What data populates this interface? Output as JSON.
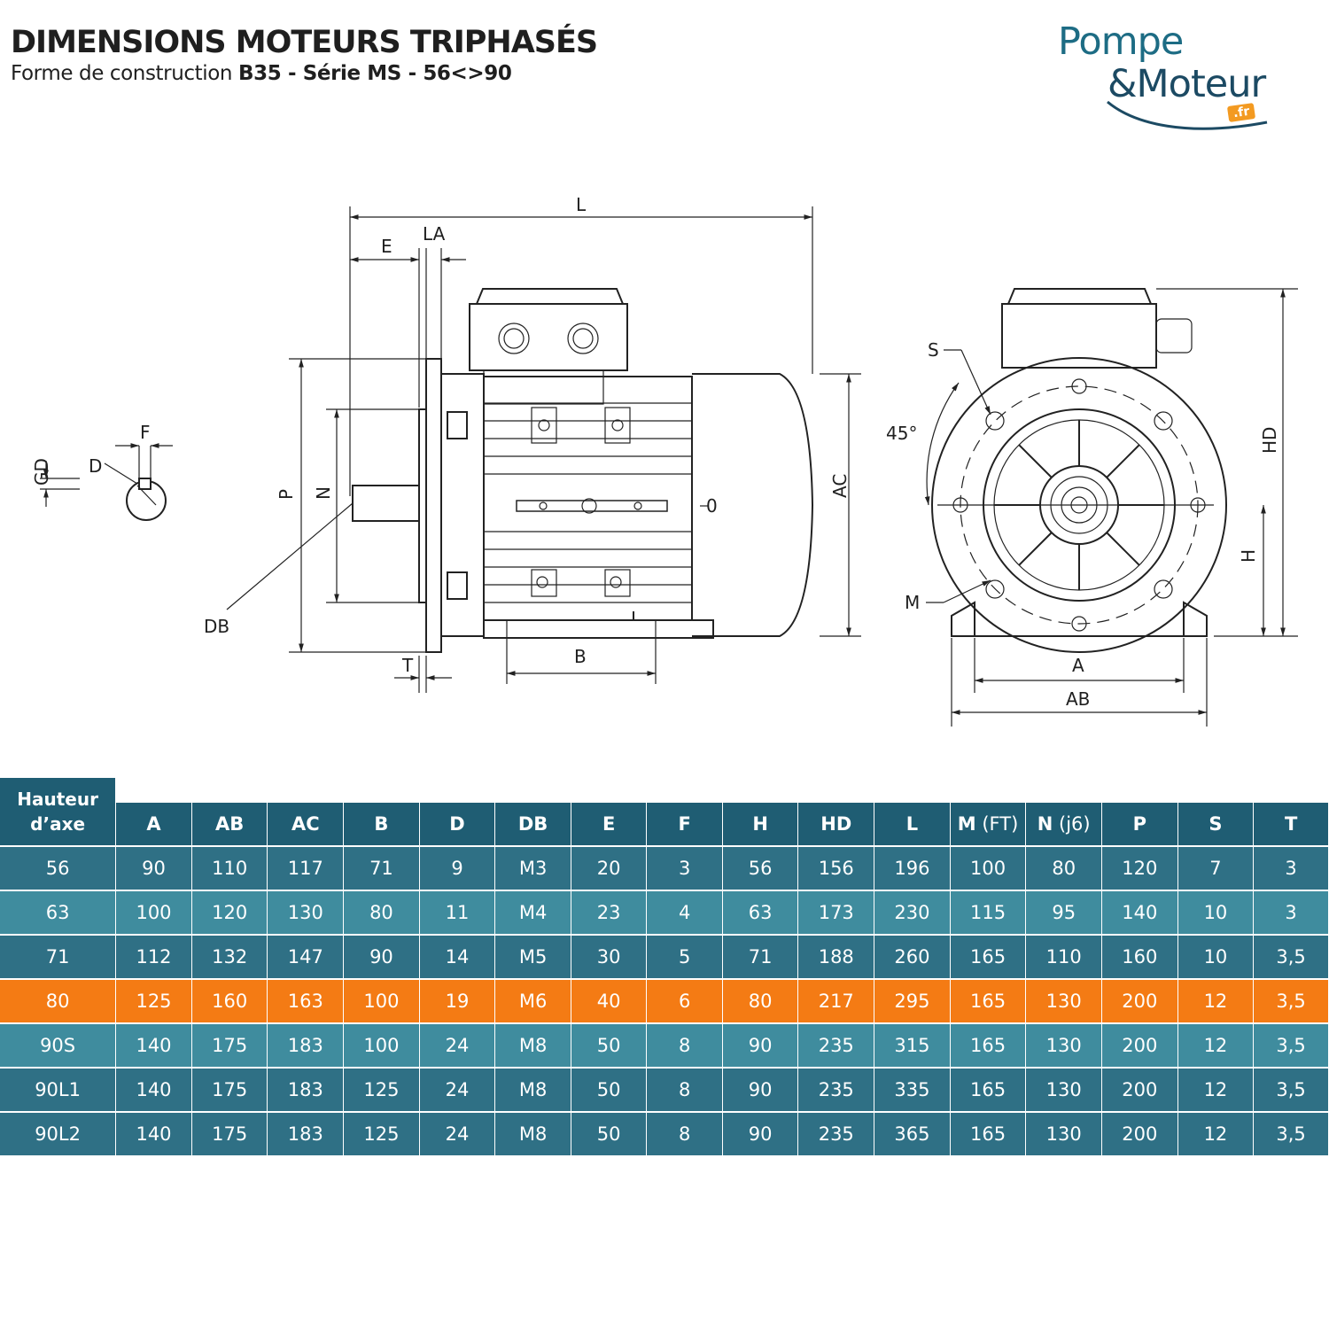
{
  "header": {
    "title": "DIMENSIONS MOTEURS TRIPHASÉS",
    "subtitle_prefix": "Forme de construction ",
    "subtitle_bold": "B35 - Série MS - 56<>90"
  },
  "logo": {
    "word1": "Pompe",
    "word2": "&Moteur",
    "tld": ".fr"
  },
  "drawing_labels": {
    "L": "L",
    "LA": "LA",
    "E": "E",
    "F": "F",
    "D": "D",
    "GD": "GD",
    "P": "P",
    "N": "N",
    "DB": "DB",
    "T": "T",
    "B": "B",
    "AC": "AC",
    "O": "0",
    "S": "S",
    "angle": "45°",
    "M": "M",
    "HD": "HD",
    "H": "H",
    "A": "A",
    "AB": "AB"
  },
  "table": {
    "row_header": [
      "Hauteur",
      "d’axe"
    ],
    "columns": [
      {
        "main": "A",
        "sub": ""
      },
      {
        "main": "AB",
        "sub": ""
      },
      {
        "main": "AC",
        "sub": ""
      },
      {
        "main": "B",
        "sub": ""
      },
      {
        "main": "D",
        "sub": ""
      },
      {
        "main": "DB",
        "sub": ""
      },
      {
        "main": "E",
        "sub": ""
      },
      {
        "main": "F",
        "sub": ""
      },
      {
        "main": "H",
        "sub": ""
      },
      {
        "main": "HD",
        "sub": ""
      },
      {
        "main": "L",
        "sub": ""
      },
      {
        "main": "M",
        "sub": " (FT)"
      },
      {
        "main": "N",
        "sub": " (j6)"
      },
      {
        "main": "P",
        "sub": ""
      },
      {
        "main": "S",
        "sub": ""
      },
      {
        "main": "T",
        "sub": ""
      }
    ],
    "rows": [
      {
        "label": "56",
        "highlight": false,
        "cells": [
          "90",
          "110",
          "117",
          "71",
          "9",
          "M3",
          "20",
          "3",
          "56",
          "156",
          "196",
          "100",
          "80",
          "120",
          "7",
          "3"
        ]
      },
      {
        "label": "63",
        "highlight": false,
        "cells": [
          "100",
          "120",
          "130",
          "80",
          "11",
          "M4",
          "23",
          "4",
          "63",
          "173",
          "230",
          "115",
          "95",
          "140",
          "10",
          "3"
        ]
      },
      {
        "label": "71",
        "highlight": false,
        "cells": [
          "112",
          "132",
          "147",
          "90",
          "14",
          "M5",
          "30",
          "5",
          "71",
          "188",
          "260",
          "165",
          "110",
          "160",
          "10",
          "3,5"
        ]
      },
      {
        "label": "80",
        "highlight": true,
        "cells": [
          "125",
          "160",
          "163",
          "100",
          "19",
          "M6",
          "40",
          "6",
          "80",
          "217",
          "295",
          "165",
          "130",
          "200",
          "12",
          "3,5"
        ]
      },
      {
        "label": "90S",
        "highlight": false,
        "cells": [
          "140",
          "175",
          "183",
          "100",
          "24",
          "M8",
          "50",
          "8",
          "90",
          "235",
          "315",
          "165",
          "130",
          "200",
          "12",
          "3,5"
        ]
      },
      {
        "label": "90L1",
        "highlight": false,
        "cells": [
          "140",
          "175",
          "183",
          "125",
          "24",
          "M8",
          "50",
          "8",
          "90",
          "235",
          "335",
          "165",
          "130",
          "200",
          "12",
          "3,5"
        ]
      },
      {
        "label": "90L2",
        "highlight": false,
        "cells": [
          "140",
          "175",
          "183",
          "125",
          "24",
          "M8",
          "50",
          "8",
          "90",
          "235",
          "365",
          "165",
          "130",
          "200",
          "12",
          "3,5"
        ]
      }
    ],
    "colors": {
      "header_bg": "#1f5d73",
      "row_dark": "#2f7085",
      "row_light": "#3f8c9e",
      "highlight": "#f47b14"
    }
  }
}
